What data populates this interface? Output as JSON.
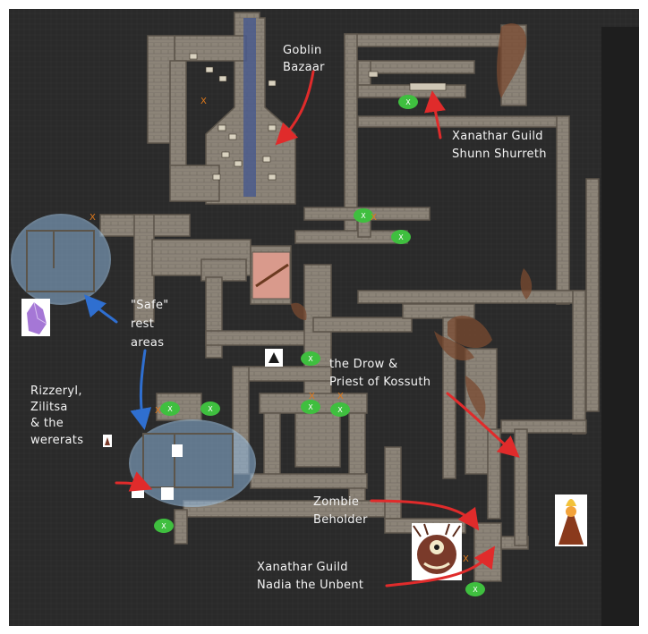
{
  "labels": {
    "goblin_bazaar": [
      "Goblin",
      "Bazaar"
    ],
    "xanathar_shunn": [
      "Xanathar Guild",
      "Shunn Shurreth"
    ],
    "safe_rest": [
      "\"Safe\"",
      "rest",
      "areas"
    ],
    "rizzeryl": [
      "Rizzeryl,",
      "Zilitsa",
      "& the",
      "wererats"
    ],
    "drow": [
      "the Drow &",
      "Priest of Kossuth"
    ],
    "zombie_beholder": [
      "Zombie",
      "Beholder"
    ],
    "xanathar_nadia": [
      "Xanathar Guild",
      "Nadia the Unbent"
    ]
  },
  "markers": {
    "x": "X"
  },
  "colors": {
    "background": "#2a2a2a",
    "floor": "#8c8478",
    "wall": "#5c554b",
    "arrow": "#e02b2b",
    "blue_arrow": "#2f6fd0",
    "marker": "#3fbf3f",
    "safe_area": "#8fb6dd",
    "x_mark": "#e07a1c"
  },
  "icons": [
    "beholder-portrait",
    "fire-priest-portrait",
    "purple-crystal",
    "drow-token",
    "wererat-token"
  ]
}
